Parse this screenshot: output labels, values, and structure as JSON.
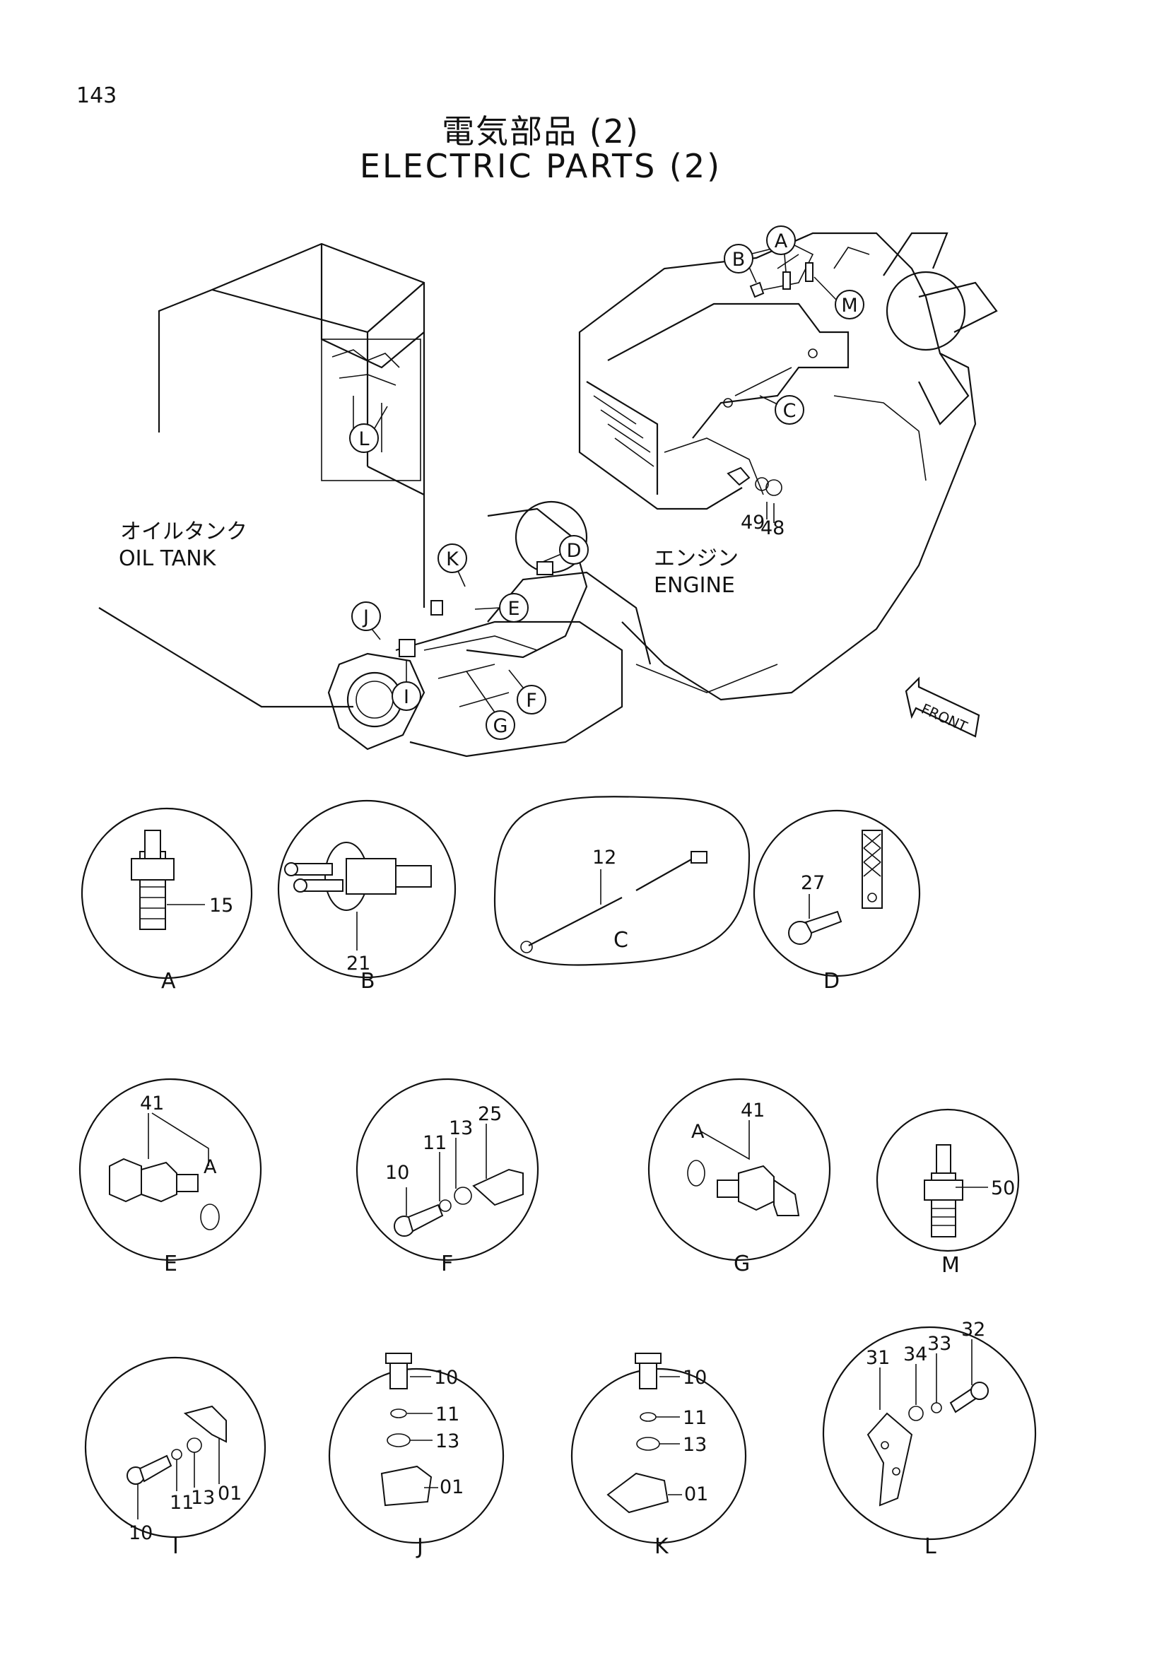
{
  "page_number": "143",
  "title_jp": "電気部品 (2)",
  "title_en": "ELECTRIC PARTS (2)",
  "overview": {
    "oil_tank_jp": "オイルタンク",
    "oil_tank_en": "OIL TANK",
    "engine_jp": "エンジン",
    "engine_en": "ENGINE",
    "front_label": "FRONT",
    "callouts": [
      "A",
      "B",
      "M",
      "C",
      "L",
      "K",
      "D",
      "J",
      "E",
      "I",
      "G",
      "F"
    ],
    "part_refs": [
      "49",
      "48"
    ]
  },
  "details": [
    {
      "view": "A",
      "parts": [
        "15"
      ]
    },
    {
      "view": "B",
      "parts": [
        "21"
      ]
    },
    {
      "view": "C",
      "parts": [
        "12"
      ]
    },
    {
      "view": "D",
      "parts": [
        "27"
      ]
    },
    {
      "view": "E",
      "parts": [
        "41",
        "A"
      ]
    },
    {
      "view": "F",
      "parts": [
        "10",
        "11",
        "13",
        "25"
      ]
    },
    {
      "view": "G",
      "parts": [
        "A",
        "41"
      ]
    },
    {
      "view": "M",
      "parts": [
        "50"
      ]
    },
    {
      "view": "I",
      "parts": [
        "11",
        "13",
        "01",
        "10"
      ]
    },
    {
      "view": "J",
      "parts": [
        "10",
        "11",
        "13",
        "01"
      ]
    },
    {
      "view": "K",
      "parts": [
        "10",
        "11",
        "13",
        "01"
      ]
    },
    {
      "view": "L",
      "parts": [
        "32",
        "34",
        "33",
        "31"
      ]
    }
  ]
}
